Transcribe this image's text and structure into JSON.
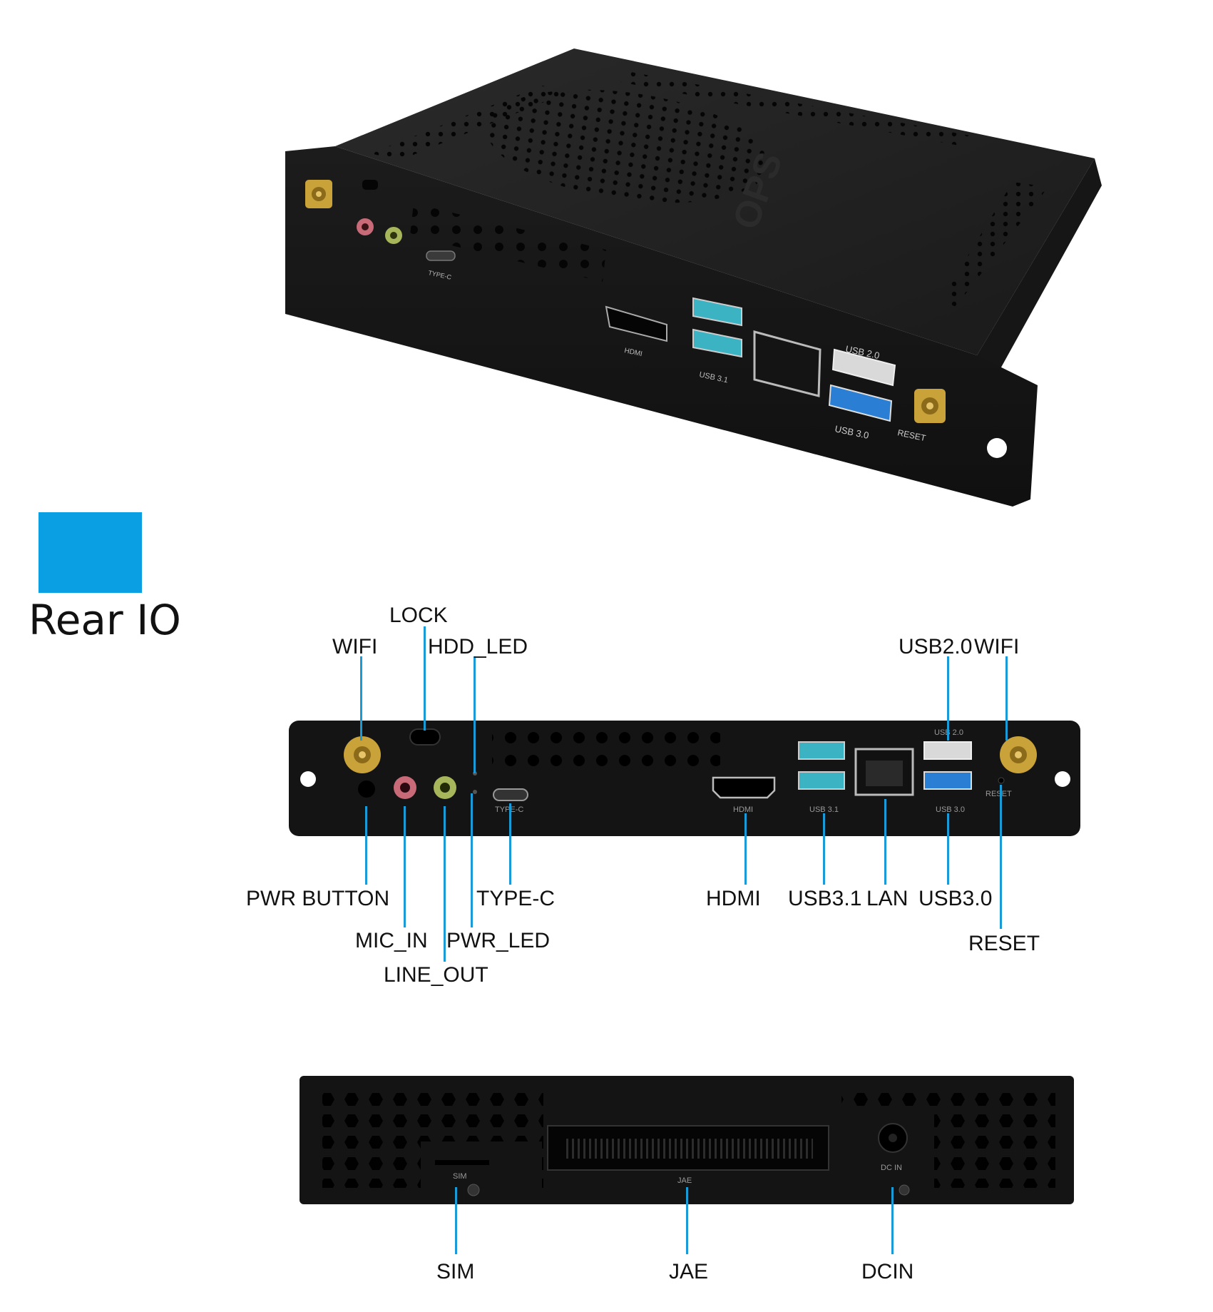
{
  "section": {
    "title": "Rear IO",
    "swatch_color": "#0a9ee3"
  },
  "top_view": {
    "port_prints": {
      "hdmi": "HDMI",
      "usb31": "USB 3.1",
      "usb20": "USB 2.0",
      "usb30": "USB 3.0",
      "reset": "RESET",
      "typec": "TYPE-C",
      "ops": "OPS"
    }
  },
  "rear_panel": {
    "prints": {
      "usb20": "USB 2.0",
      "reset": "RESET",
      "typec": "TYPE-C",
      "hdmi": "HDMI",
      "usb31": "USB 3.1",
      "usb30": "USB 3.0"
    },
    "labels": {
      "lock": "LOCK",
      "wifi_left": "WIFI",
      "hdd_led": "HDD_LED",
      "usb20": "USB2.0",
      "wifi_right": "WIFI",
      "pwr_button": "PWR BUTTON",
      "type_c": "TYPE-C",
      "mic_in": "MIC_IN",
      "pwr_led": "PWR_LED",
      "line_out": "LINE_OUT",
      "hdmi": "HDMI",
      "usb31": "USB3.1",
      "lan": "LAN",
      "usb30": "USB3.0",
      "reset": "RESET"
    }
  },
  "bottom_panel": {
    "prints": {
      "sim": "SIM",
      "jae": "JAE",
      "dcin": "DC IN"
    },
    "labels": {
      "sim": "SIM",
      "jae": "JAE",
      "dcin": "DCIN"
    }
  },
  "colors": {
    "leader_line": "#1a9ad6",
    "chassis": "#141414",
    "usb3_blue": "#2a7fd4",
    "usb31_teal": "#3bb3c3",
    "antenna_gold": "#c9a23a"
  }
}
